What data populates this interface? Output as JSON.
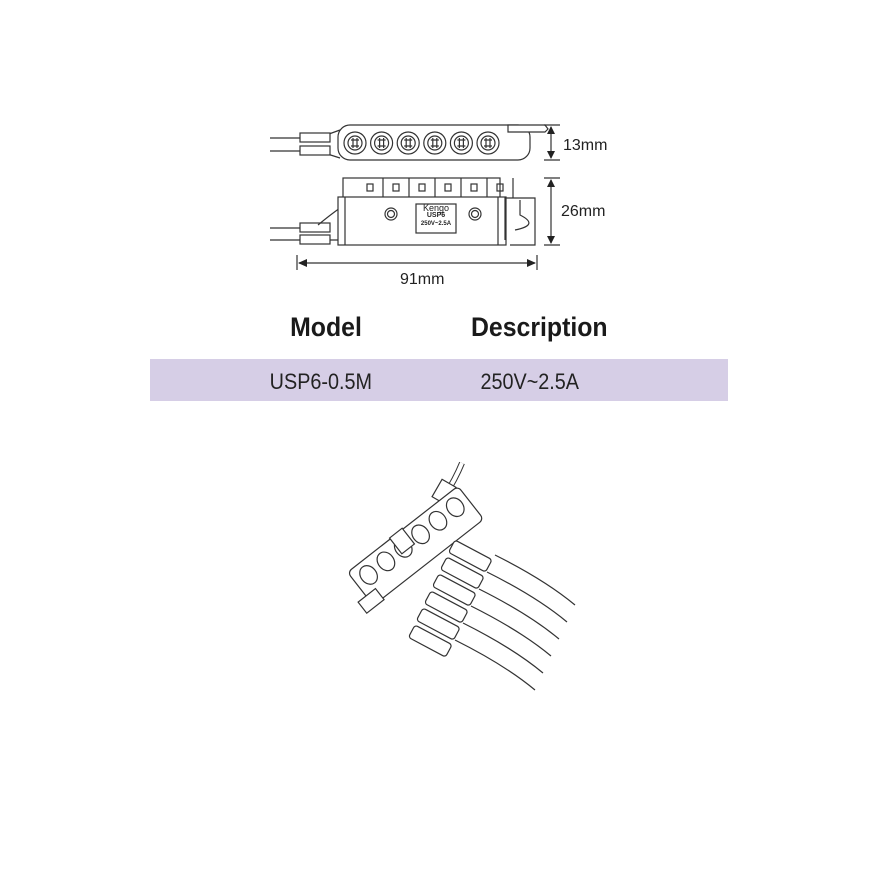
{
  "dimensions": {
    "height_top": "13mm",
    "height_side": "26mm",
    "width": "91mm"
  },
  "device_label": {
    "brand": "Kengo",
    "model": "USP6",
    "rating": "250V~2.5A"
  },
  "table": {
    "headers": [
      "Model",
      "Description"
    ],
    "rows": [
      {
        "model": "USP6-0.5M",
        "description": "250V~2.5A"
      }
    ],
    "band_color": "#d6cee6"
  }
}
